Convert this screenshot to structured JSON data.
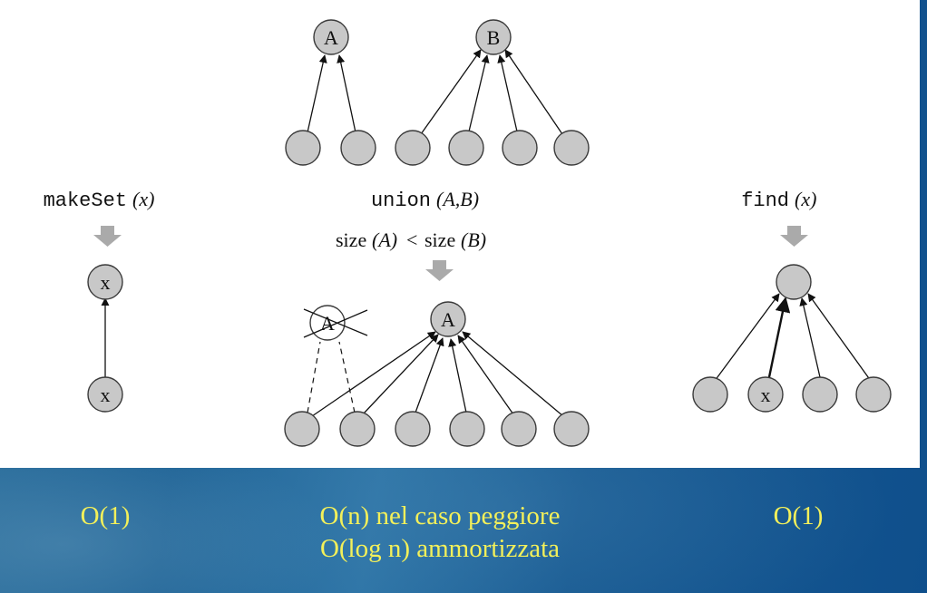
{
  "makeset": {
    "name": "makeSet",
    "arg": "(x)",
    "top_node": "x",
    "bottom_node": "x"
  },
  "union": {
    "name": "union",
    "arg": "(A,B)",
    "cond_size1": "size",
    "cond_arg1": "(A)",
    "cond_lt": "<",
    "cond_size2": "size",
    "cond_arg2": "(B)",
    "tree_a_root": "A",
    "tree_b_root": "B",
    "result_root": "A",
    "old_root": "A"
  },
  "find": {
    "name": "find",
    "arg": "(x)",
    "leaf": "x"
  },
  "complexity": {
    "makeset": "O(1)",
    "union_worst": "O(n) nel caso peggiore",
    "union_amortized": "O(log n) ammortizzata",
    "find": "O(1)"
  },
  "colors": {
    "node_fill": "#c8c8c8",
    "text_highlight": "#f3f05a",
    "background": "#1d5d92"
  }
}
